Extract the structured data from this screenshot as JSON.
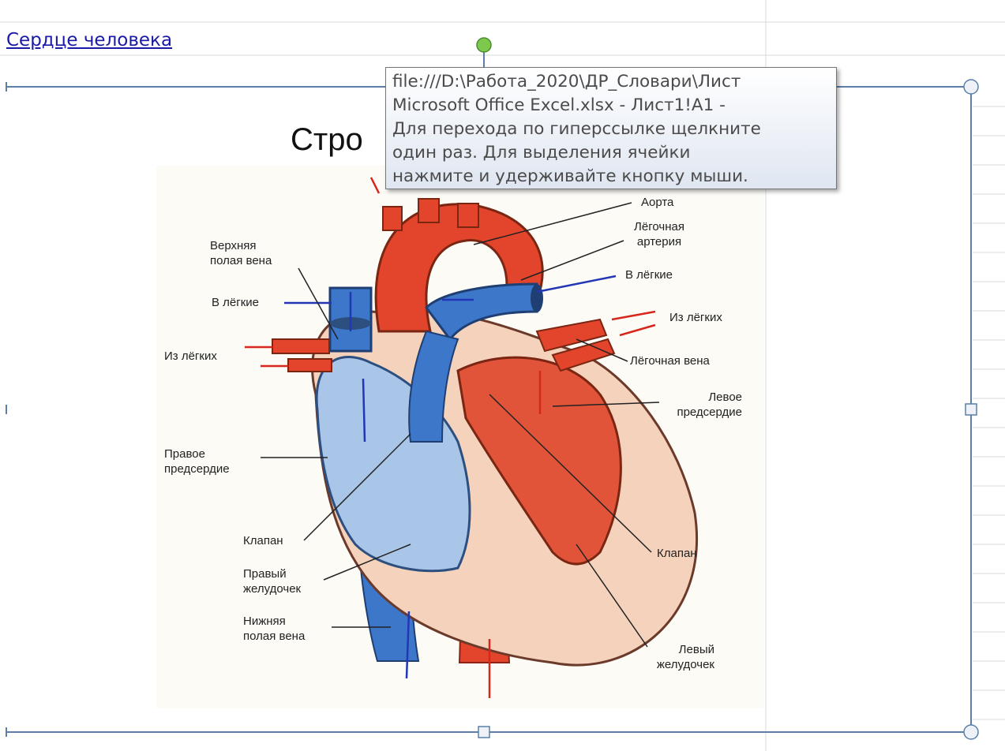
{
  "sheet": {
    "hyperlink_text": "Сердце человека"
  },
  "tooltip": {
    "lines": [
      "file:///D:\\Работа_2020\\ДР_Словари\\Лист",
      "Microsoft Office Excel.xlsx - Лист1!A1 -",
      "Для перехода по гиперссылке щелкните",
      "один раз. Для выделения ячейки",
      "нажмите и удерживайте кнопку мыши."
    ]
  },
  "chart": {
    "title_visible": "Стро"
  },
  "diagram": {
    "labels": {
      "aorta": "Аорта",
      "pulmonary_artery_1": "Лёгочная",
      "pulmonary_artery_2": "артерия",
      "to_lungs_right": "В лёгкие",
      "from_lungs_right": "Из лёгких",
      "pulmonary_vein": "Лёгочная вена",
      "left_atrium_1": "Левое",
      "left_atrium_2": "предсердие",
      "valve_right": "Клапан",
      "left_ventricle_1": "Левый",
      "left_ventricle_2": "желудочек",
      "superior_vena_cava_1": "Верхняя",
      "superior_vena_cava_2": "полая вена",
      "to_lungs_left": "В лёгкие",
      "from_lungs_left": "Из лёгких",
      "right_atrium_1": "Правое",
      "right_atrium_2": "предсердие",
      "valve_left": "Клапан",
      "right_ventricle_1": "Правый",
      "right_ventricle_2": "желудочек",
      "inferior_vena_cava_1": "Нижняя",
      "inferior_vena_cava_2": "полая вена"
    }
  },
  "colors": {
    "artery_red": "#e2452c",
    "vein_blue": "#3c77c9",
    "handle_green": "#7dc94e",
    "selection_border": "#5b7fa8",
    "link_blue": "#1a1aa6"
  }
}
